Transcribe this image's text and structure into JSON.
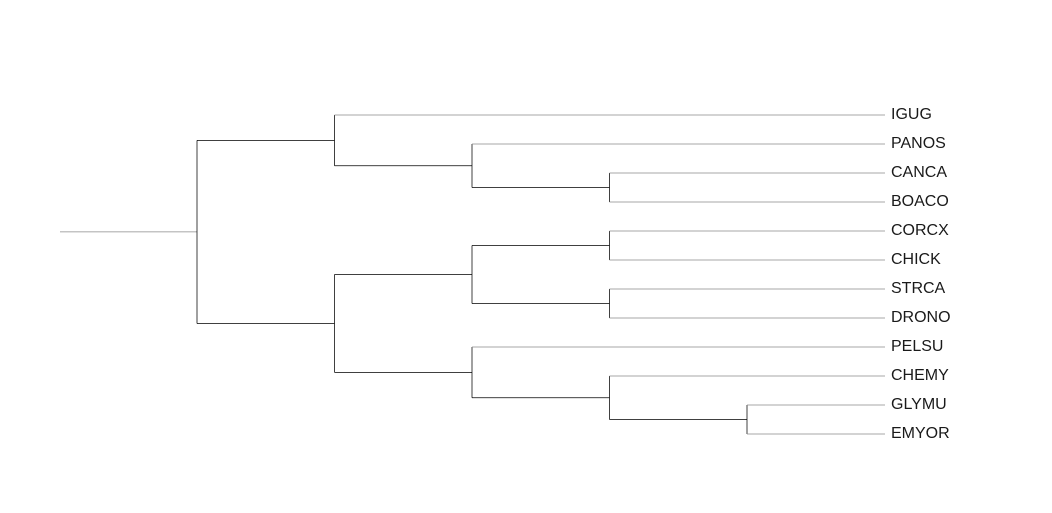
{
  "tree": {
    "tips": [
      {
        "id": "IGUG",
        "label": "IGUG"
      },
      {
        "id": "PANOS",
        "label": "PANOS"
      },
      {
        "id": "CANCA",
        "label": "CANCA"
      },
      {
        "id": "BOACO",
        "label": "BOACO"
      },
      {
        "id": "CORCX",
        "label": "CORCX"
      },
      {
        "id": "CHICK",
        "label": "CHICK"
      },
      {
        "id": "STRCA",
        "label": "STRCA"
      },
      {
        "id": "DRONO",
        "label": "DRONO"
      },
      {
        "id": "PELSU",
        "label": "PELSU"
      },
      {
        "id": "CHEMY",
        "label": "CHEMY"
      },
      {
        "id": "GLYMU",
        "label": "GLYMU"
      },
      {
        "id": "EMYOR",
        "label": "EMYOR"
      }
    ],
    "newick": "((IGUG,(PANOS,(CANCA,BOACO))),(((CORCX,CHICK),(STRCA,DRONO)),(PELSU,(CHEMY,(GLYMU,EMYOR)))));",
    "colors": {
      "branch": "#000000",
      "branch_light": "#8a8a8a",
      "label": "#1a1a1a"
    }
  }
}
